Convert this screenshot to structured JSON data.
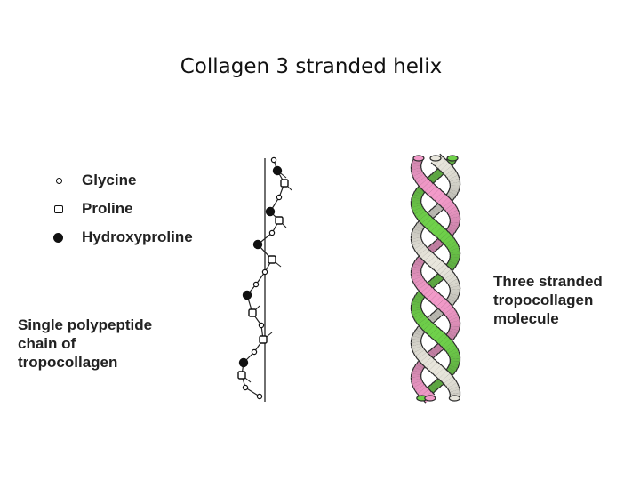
{
  "title": "Collagen 3 stranded helix",
  "legend": [
    {
      "symbol": "glycine-icon",
      "label": "Glycine"
    },
    {
      "symbol": "proline-icon",
      "label": "Proline"
    },
    {
      "symbol": "hydroxyproline-icon",
      "label": "Hydroxyproline"
    }
  ],
  "single_chain_caption": [
    "Single polypeptide",
    "chain of",
    "tropocollagen"
  ],
  "triple_helix_caption": [
    "Three stranded",
    "tropocollagen",
    "molecule"
  ],
  "colors": {
    "strand_green": "#6fd14a",
    "strand_pink": "#f29ac9",
    "strand_white": "#e8e6dc",
    "outline": "#2b2b2b"
  }
}
